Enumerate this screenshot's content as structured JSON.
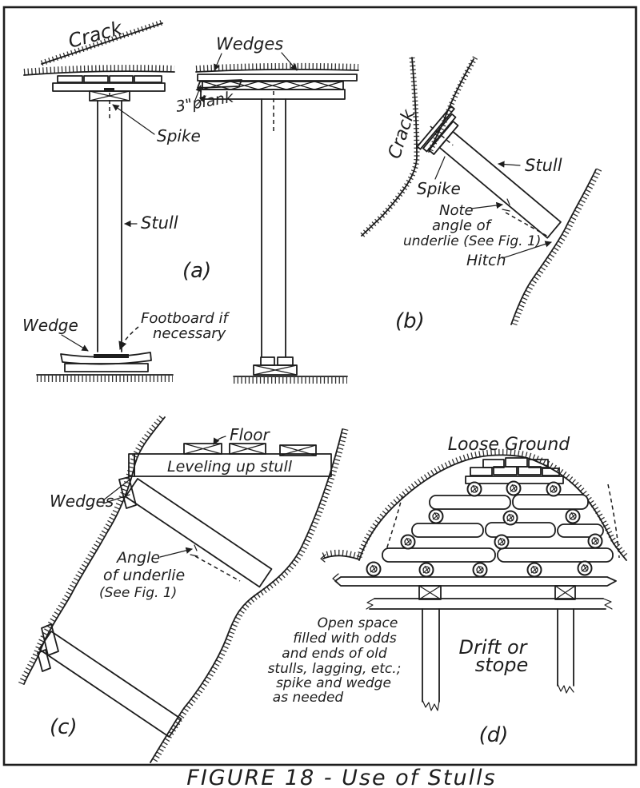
{
  "colors": {
    "ink": "#1d1d1d",
    "paper": "#ffffff"
  },
  "caption": "FIGURE 18 - Use of Stulls",
  "panel_a": {
    "tag": "(a)",
    "crack": "Crack",
    "wedges": "Wedges",
    "plank": "3\"plank",
    "spike": "Spike",
    "stull": "Stull",
    "wedge": "Wedge",
    "footboard_line1": "Footboard if",
    "footboard_line2": "necessary"
  },
  "panel_b": {
    "tag": "(b)",
    "crack": "Crack",
    "spike": "Spike",
    "stull": "Stull",
    "note_line1": "Note",
    "note_line2": "angle of",
    "note_line3": "underlie (See Fig. 1)",
    "hitch": "Hitch"
  },
  "panel_c": {
    "tag": "(c)",
    "floor": "Floor",
    "leveling": "Leveling up stull",
    "wedges": "Wedges",
    "angle_line1": "Angle",
    "angle_line2": "of underlie",
    "angle_line3": "(See Fig. 1)"
  },
  "panel_d": {
    "tag": "(d)",
    "loose_ground": "Loose Ground",
    "open_space_line1": "Open space",
    "open_space_line2": "filled with odds",
    "open_space_line3": "and ends of old",
    "open_space_line4": "stulls, lagging, etc.;",
    "open_space_line5": "spike and wedge",
    "open_space_line6": "as needed",
    "drift_line1": "Drift or",
    "drift_line2": "stope"
  }
}
